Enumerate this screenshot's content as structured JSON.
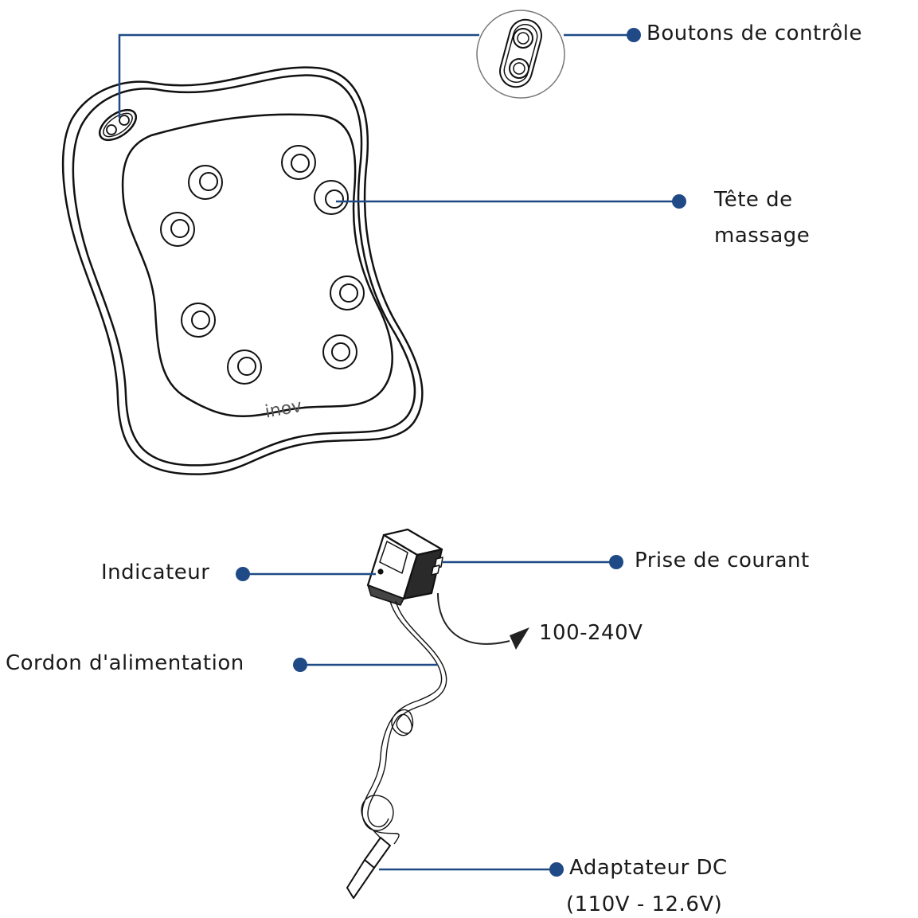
{
  "colors": {
    "callout_line": "#1f4a86",
    "callout_dot": "#1f4a86",
    "outline": "#111111",
    "background": "#ffffff",
    "arrow": "#222222"
  },
  "brand": "inov",
  "labels": {
    "control_buttons": "Boutons de contrôle",
    "massage_head_line1": "Tête de",
    "massage_head_line2": "massage",
    "indicator": "Indicateur",
    "power_plug": "Prise de courant",
    "voltage_input": "100-240V",
    "power_cord": "Cordon d'alimentation",
    "dc_adapter_line1": "Adaptateur DC",
    "dc_adapter_line2": "(110V - 12.6V)"
  },
  "icons": [
    "control-buttons-icon",
    "massage-pad-icon",
    "power-adapter-icon",
    "dc-connector-icon"
  ]
}
